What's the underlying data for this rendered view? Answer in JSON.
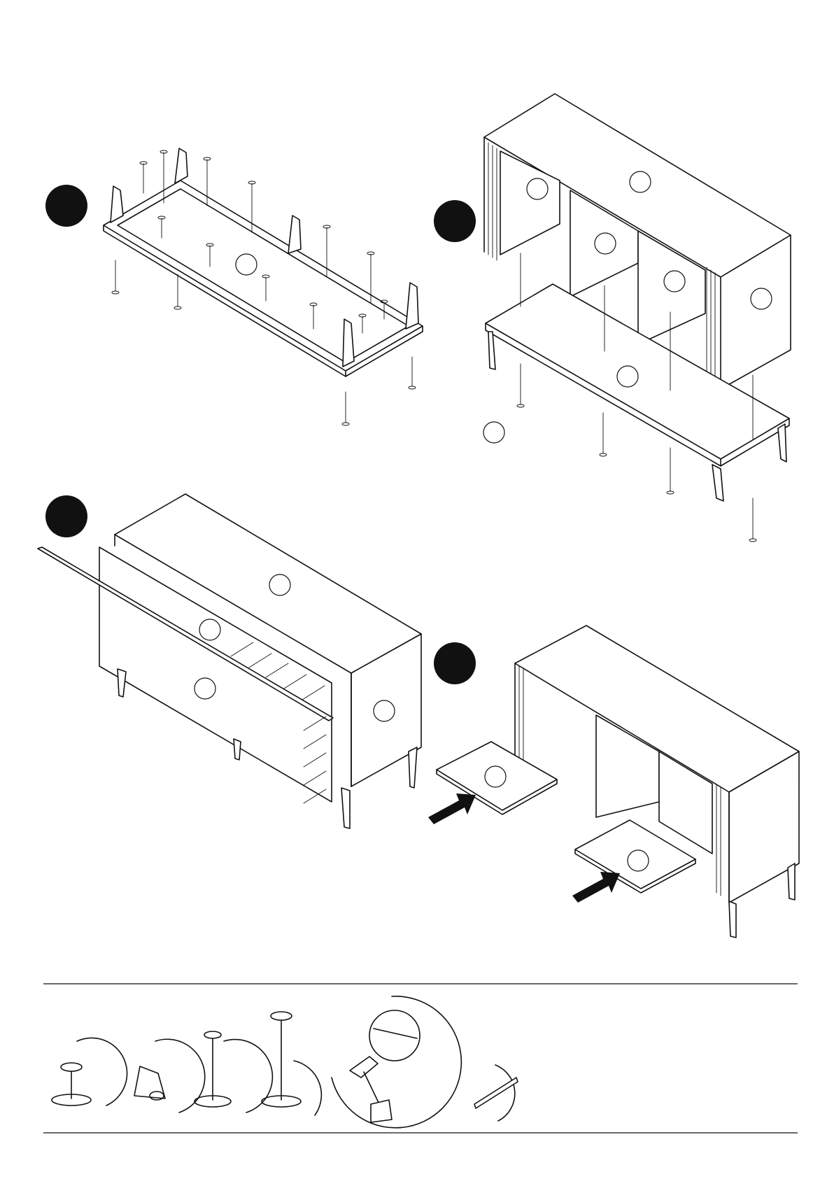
{
  "steps": [
    {
      "id": 1,
      "description": ""
    },
    {
      "id": 2,
      "description": ""
    },
    {
      "id": 3,
      "description": ""
    },
    {
      "id": 4,
      "description": ""
    }
  ],
  "hardware_legend": [
    {
      "icon": "short-screw-icon"
    },
    {
      "icon": "corner-bracket-icon"
    },
    {
      "icon": "medium-screw-icon"
    },
    {
      "icon": "long-screw-icon"
    },
    {
      "icon": "hammer-nail-icon"
    },
    {
      "icon": "rail-strip-icon"
    }
  ],
  "colors": {
    "ink": "#111111",
    "paper": "#ffffff"
  }
}
